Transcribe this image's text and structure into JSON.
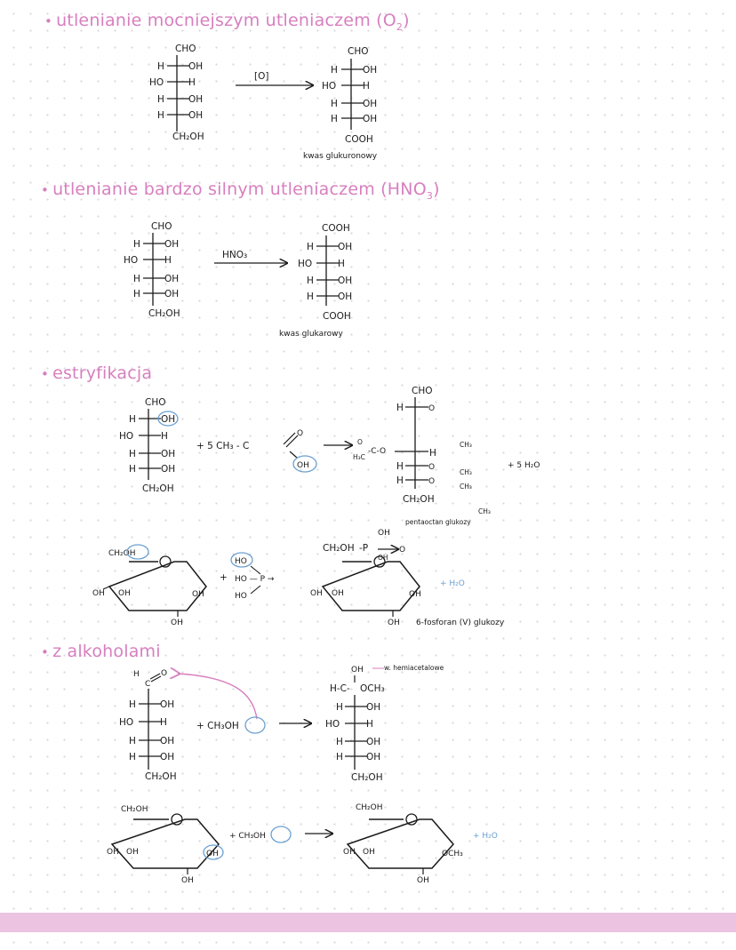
{
  "headings": {
    "oxidation_stronger": {
      "text": "utlenianie mocniejszym utleniaczem (O",
      "sub": "2",
      "tail": ")"
    },
    "oxidation_very_strong": {
      "text": "utlenianie bardzo silnym utleniaczem (HNO",
      "sub": "3",
      "tail": ")"
    },
    "esterification": {
      "text": "estryfikacja"
    },
    "with_alcohols": {
      "text": "z alkoholami"
    }
  },
  "labels": {
    "cho": "CHO",
    "cooh": "COOH",
    "ch2oh": "CH₂OH",
    "h": "H",
    "ho": "HO",
    "oh": "OH",
    "o": "O",
    "oxidant_o": "[O]",
    "hno3": "HNO₃",
    "glucuronic": "kwas glukuronowy",
    "glucaric": "kwas glukarowy",
    "plus_acetic": "+ 5 CH₃ - C",
    "plus_water_5": "+ 5 H₂O",
    "pentaacetate": "pentaoctan glukozy",
    "phosphoric": "HO — P →",
    "plus_water": "+ H₂O",
    "phosphate_name": "6-fosforan (V) glukozy",
    "plus_methanol": "+ CH₃OH",
    "hemiacetal": "w. hemiacetalowe",
    "och3": "OCH₃",
    "ch3": "CH₃",
    "h3c": "H₃C",
    "c_o_chain": "-C-O"
  }
}
